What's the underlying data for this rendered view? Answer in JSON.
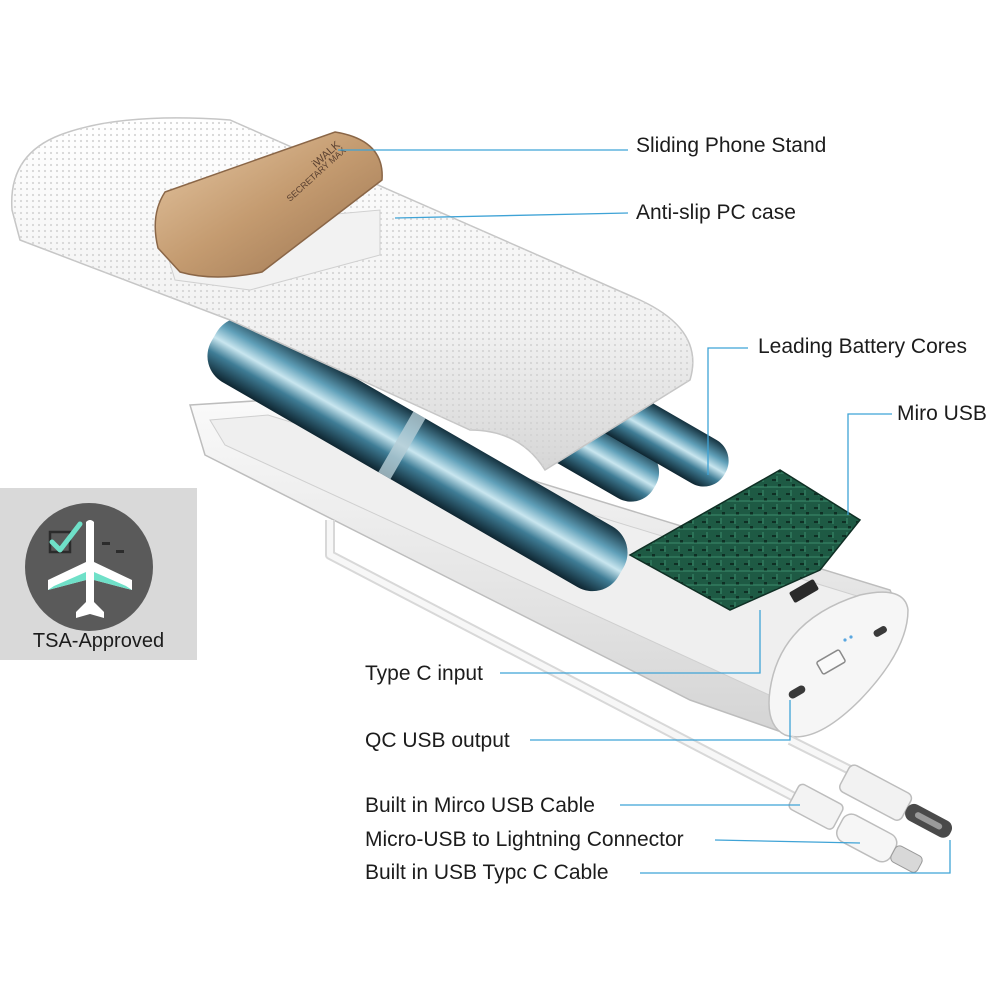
{
  "product": {
    "brand_text": "iWALK",
    "model_text": "SECRETARY MAX"
  },
  "callouts": {
    "sliding_phone_stand": "Sliding Phone Stand",
    "anti_slip_case": "Anti-slip PC case",
    "battery_cores": "Leading Battery Cores",
    "micro_usb": "Miro USB",
    "type_c_input": "Type C input",
    "qc_usb_output": "QC USB output",
    "builtin_micro_usb_cable": "Built in Mirco USB Cable",
    "lightning_connector": "Micro-USB to Lightning Connector",
    "builtin_type_c_cable": "Built in USB Typc C Cable"
  },
  "badge": {
    "label": "TSA-Approved",
    "icon": "airplane-check-icon"
  },
  "colors": {
    "leader_line": "#3fa3d6",
    "badge_background": "#d9d9d9",
    "badge_circle": "#5a5a5a",
    "stand_gold": "#c9a47a",
    "case_white": "#f4f4f4",
    "battery_blue": "#2f5f78",
    "pcb_green": "#1f5a45",
    "accent_teal": "#7dd3c8"
  }
}
